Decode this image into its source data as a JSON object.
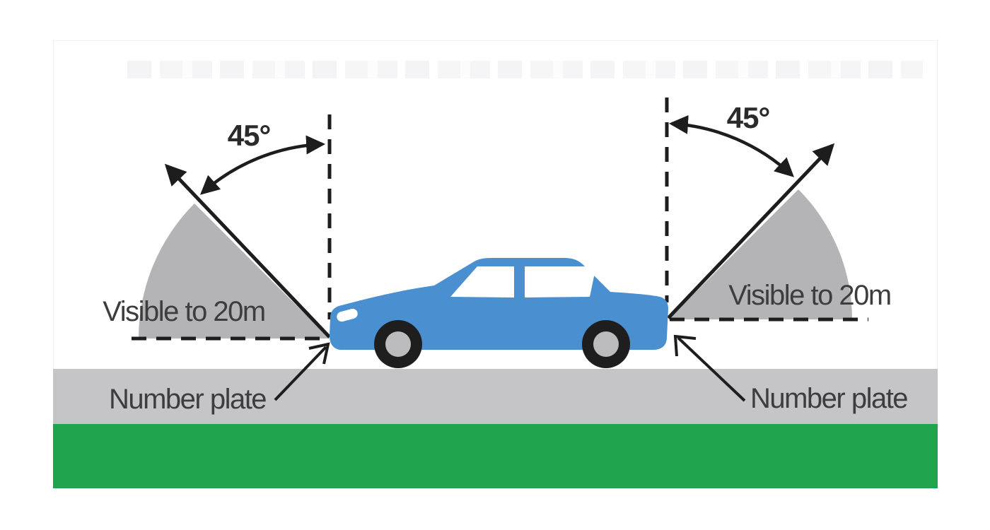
{
  "diagram": {
    "subject": "Number plate visibility requirements for a car",
    "angle_degrees": 45,
    "visibility_distance_m": 20,
    "left": {
      "angle_label": "45°",
      "visibility_label": "Visible to 20m",
      "plate_label": "Number plate"
    },
    "right": {
      "angle_label": "45°",
      "visibility_label": "Visible to 20m",
      "plate_label": "Number plate"
    },
    "colors": {
      "car_blue": "#4a90d0",
      "sector_gray": "#b4b3b6",
      "road_gray": "#c5c4c7",
      "grass_green": "#1fa34c",
      "line_black": "#1d1d1d",
      "wheel_black": "#1f1e1f",
      "hub_gray": "#bcbbbe",
      "window_white": "#ffffff",
      "text_gray": "#3d3d3d"
    }
  }
}
